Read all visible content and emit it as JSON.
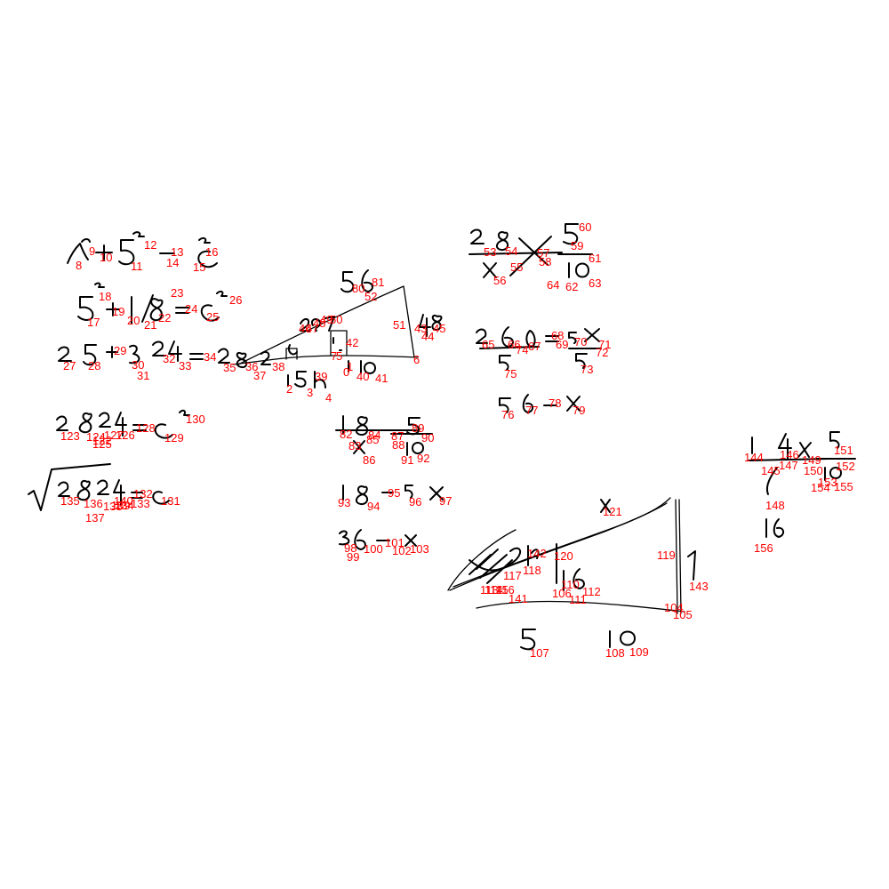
{
  "colors": {
    "ink": "#000000",
    "label": "#ff0000",
    "background": "#ffffff"
  },
  "index_labels": [
    "0",
    "1",
    "2",
    "3",
    "4",
    "5",
    "6",
    "7",
    "8",
    "9",
    "10",
    "11",
    "12",
    "13",
    "14",
    "15",
    "16",
    "17",
    "18",
    "19",
    "20",
    "21",
    "22",
    "23",
    "24",
    "25",
    "26",
    "27",
    "28",
    "29",
    "30",
    "31",
    "32",
    "33",
    "34",
    "35",
    "36",
    "37",
    "38",
    "39",
    "40",
    "41",
    "42",
    "43",
    "44",
    "45",
    "46",
    "47",
    "48",
    "49",
    "50",
    "51",
    "52",
    "53",
    "54",
    "55",
    "56",
    "57",
    "58",
    "59",
    "60",
    "61",
    "62",
    "63",
    "64",
    "65",
    "66",
    "67",
    "68",
    "69",
    "70",
    "71",
    "72",
    "73",
    "74",
    "75",
    "76",
    "77",
    "78",
    "79",
    "80",
    "81",
    "82",
    "83",
    "84",
    "85",
    "86",
    "87",
    "88",
    "89",
    "90",
    "91",
    "92",
    "93",
    "94",
    "95",
    "96",
    "97",
    "98",
    "99",
    "100",
    "101",
    "102",
    "103",
    "104",
    "105",
    "106",
    "107",
    "108",
    "109",
    "110",
    "111",
    "112",
    "113",
    "114",
    "115",
    "116",
    "117",
    "118",
    "119",
    "120",
    "121",
    "122",
    "123",
    "124",
    "125",
    "126",
    "127",
    "128",
    "129",
    "130",
    "131",
    "132",
    "133",
    "134",
    "135",
    "136",
    "137",
    "138",
    "139",
    "140",
    "141",
    "142",
    "143",
    "144",
    "145",
    "146",
    "147",
    "148",
    "149",
    "150",
    "151",
    "152",
    "153",
    "154",
    "155",
    "156"
  ]
}
